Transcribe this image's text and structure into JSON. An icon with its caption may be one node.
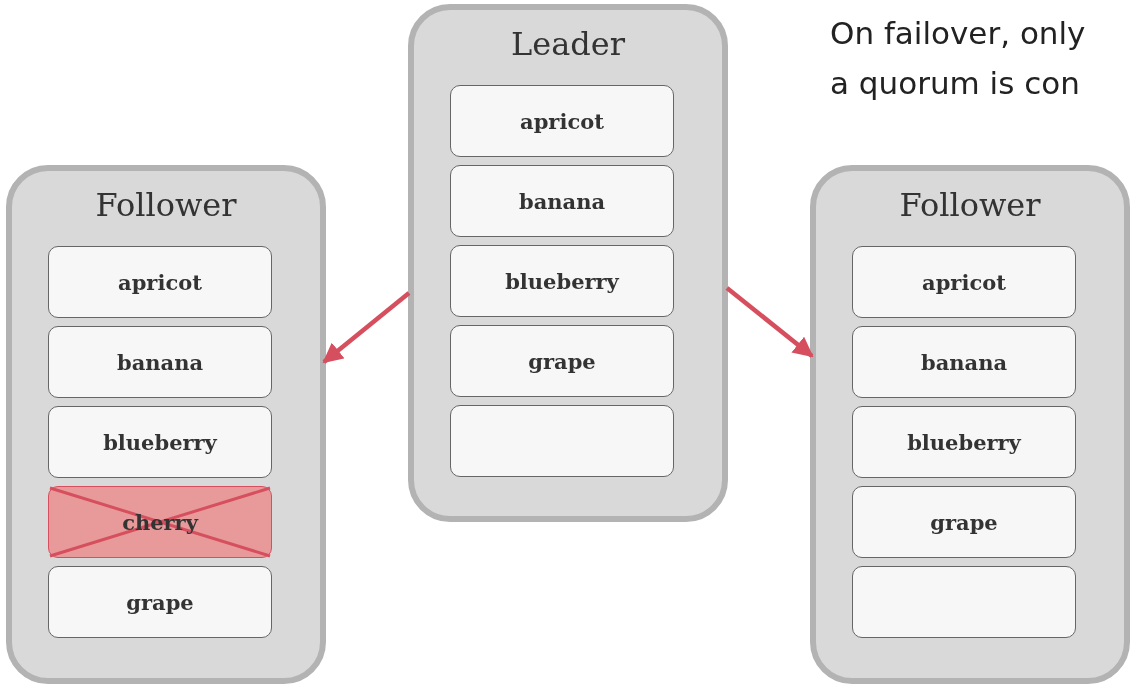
{
  "diagram": {
    "nodes": [
      {
        "text": [
          "Follower"
        ]
      },
      {
        "text": [
          "apricot"
        ],
        "in": 0
      },
      {
        "text": [
          "banana"
        ],
        "in": 0
      },
      {
        "text": [
          "blueberry"
        ],
        "in": 0
      },
      {
        "text": [
          "cherry"
        ],
        "in": 0
      },
      {
        "text": [
          "grape"
        ],
        "in": 0
      },
      {
        "text": [
          "Leader"
        ]
      },
      {
        "text": [
          "apricot"
        ],
        "in": 6
      },
      {
        "text": [
          "banana"
        ],
        "in": 6
      },
      {
        "text": [
          "blueberry"
        ],
        "in": 6
      },
      {
        "text": [
          "grape"
        ],
        "in": 6
      },
      {
        "text": [],
        "shape": "box",
        "in": 6
      },
      {
        "text": [
          "Follower"
        ]
      },
      {
        "text": [
          "apricot"
        ],
        "in": 12
      },
      {
        "text": [
          "banana"
        ],
        "in": 12
      },
      {
        "text": [
          "blueberry"
        ],
        "in": 12
      },
      {
        "text": [
          "grape"
        ],
        "in": 12
      },
      {
        "text": [],
        "shape": "box",
        "in": 12
      }
    ],
    "edges": [
      {
        "from": 6,
        "to": 0,
        "arrow": "to",
        "color": "#d64f5e"
      },
      {
        "from": 6,
        "to": 12,
        "arrow": "to",
        "color": "#d64f5e"
      }
    ],
    "labels": [
      "On failover, only",
      "a quorum is con"
    ]
  }
}
